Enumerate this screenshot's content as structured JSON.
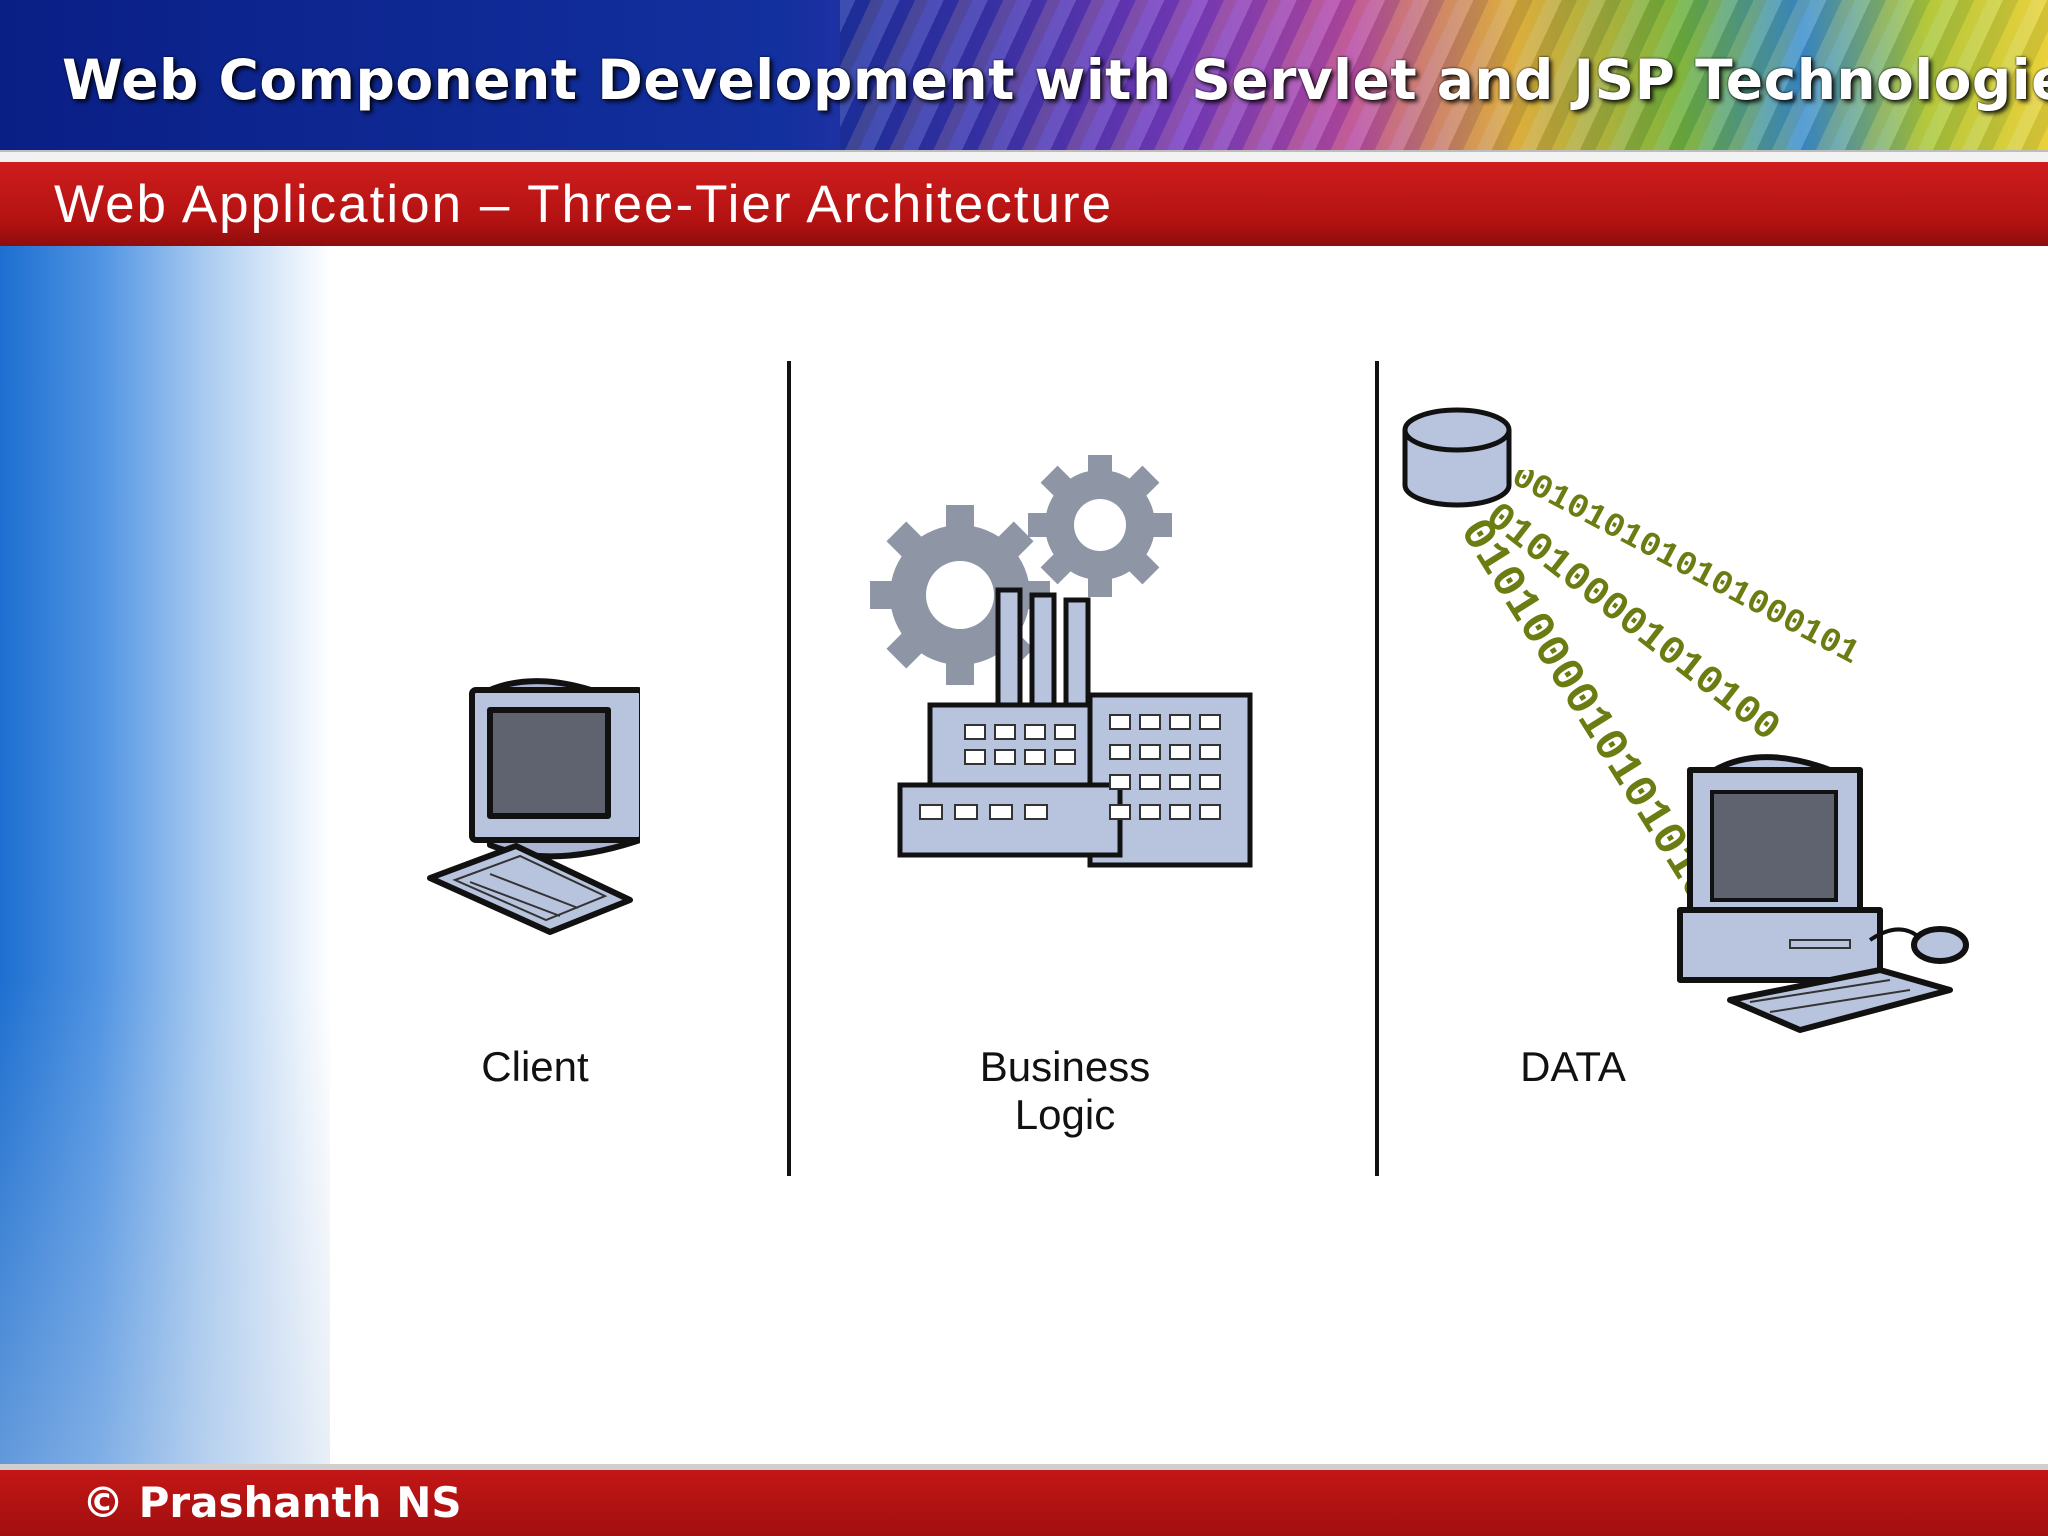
{
  "header": {
    "title": "Web Component Development with Servlet and JSP Technologies",
    "subtitle": "Web Application – Three-Tier Architecture"
  },
  "tiers": [
    {
      "label": "Client",
      "icon": "computer-icon"
    },
    {
      "label": "Business\nLogic",
      "icon": "factory-gears-icon"
    },
    {
      "label": "DATA",
      "icon": "database-computer-icon"
    }
  ],
  "binary_streams": [
    "0010101010101000101",
    "010100001010100",
    "0101000010101010"
  ],
  "footer": {
    "text": "© Prashanth NS"
  },
  "colors": {
    "banner_blue": "#0a1f86",
    "header_red": "#b31212",
    "icon_fill": "#b8c4de",
    "binary_green": "#6b7d12"
  }
}
